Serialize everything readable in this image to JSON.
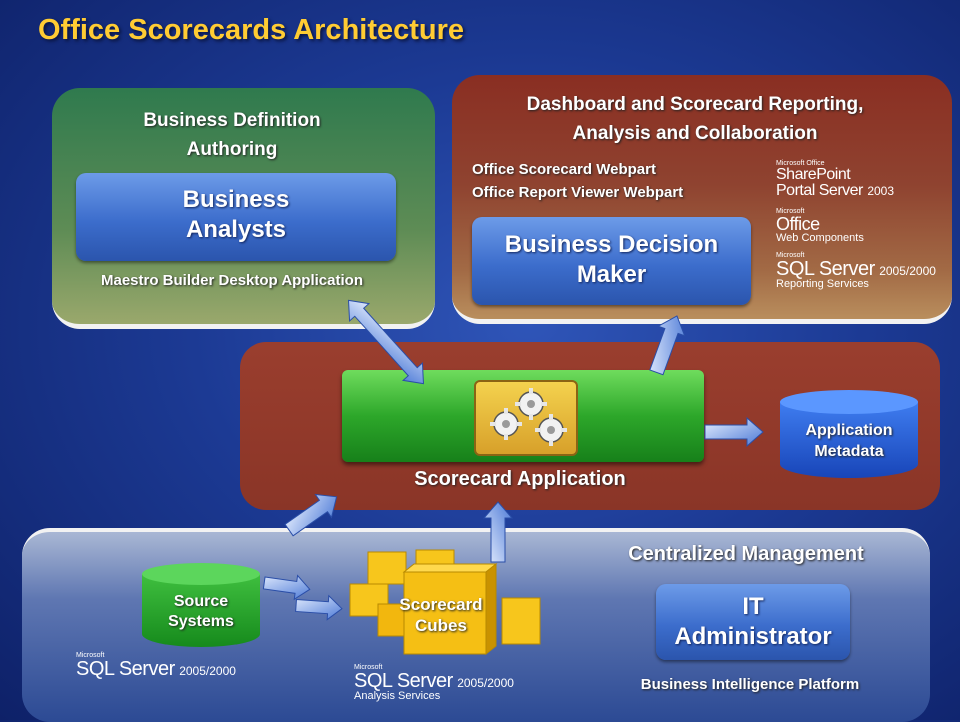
{
  "title": "Office Scorecards Architecture",
  "authoring": {
    "header": "Business Definition Authoring",
    "header_line1": "Business Definition",
    "header_line2": "Authoring",
    "role_line1": "Business",
    "role_line2": "Analysts",
    "tool": "Maestro Builder Desktop Application"
  },
  "reporting": {
    "header_line1": "Dashboard and Scorecard Reporting,",
    "header_line2": "Analysis and Collaboration",
    "webpart1": "Office Scorecard Webpart",
    "webpart2": "Office Report Viewer Webpart",
    "role_line1": "Business Decision",
    "role_line2": "Maker",
    "logos": {
      "sharepoint_small": "Microsoft Office",
      "sharepoint_line1": "SharePoint",
      "sharepoint_line2": "Portal Server",
      "sharepoint_ver": "2003",
      "office_small": "Microsoft",
      "office_main": "Office",
      "office_sub": "Web Components",
      "sql_small": "Microsoft",
      "sql_main": "SQL Server",
      "sql_ver": "2005/2000",
      "sql_sub": "Reporting Services"
    }
  },
  "application": {
    "label": "Scorecard Application",
    "metadata_line1": "Application",
    "metadata_line2": "Metadata"
  },
  "platform": {
    "management_header": "Centralized Management",
    "source_line1": "Source",
    "source_line2": "Systems",
    "cubes_line1": "Scorecard",
    "cubes_line2": "Cubes",
    "it_line1": "IT",
    "it_line2": "Administrator",
    "bi_label": "Business Intelligence Platform",
    "sql1_small": "Microsoft",
    "sql1_main": "SQL Server",
    "sql1_ver": "2005/2000",
    "sql2_small": "Microsoft",
    "sql2_main": "SQL Server",
    "sql2_ver": "2005/2000",
    "sql2_sub": "Analysis Services"
  },
  "colors": {
    "title": "#ffcc33",
    "authoring_panel": "#4f8a52",
    "reporting_panel": "#8f4330",
    "app_panel": "#8a3527",
    "platform_panel": "#2c4a94",
    "role_box": "#3c6dcc",
    "app_bar": "#2da72a",
    "cubes": "#f2c21e"
  }
}
